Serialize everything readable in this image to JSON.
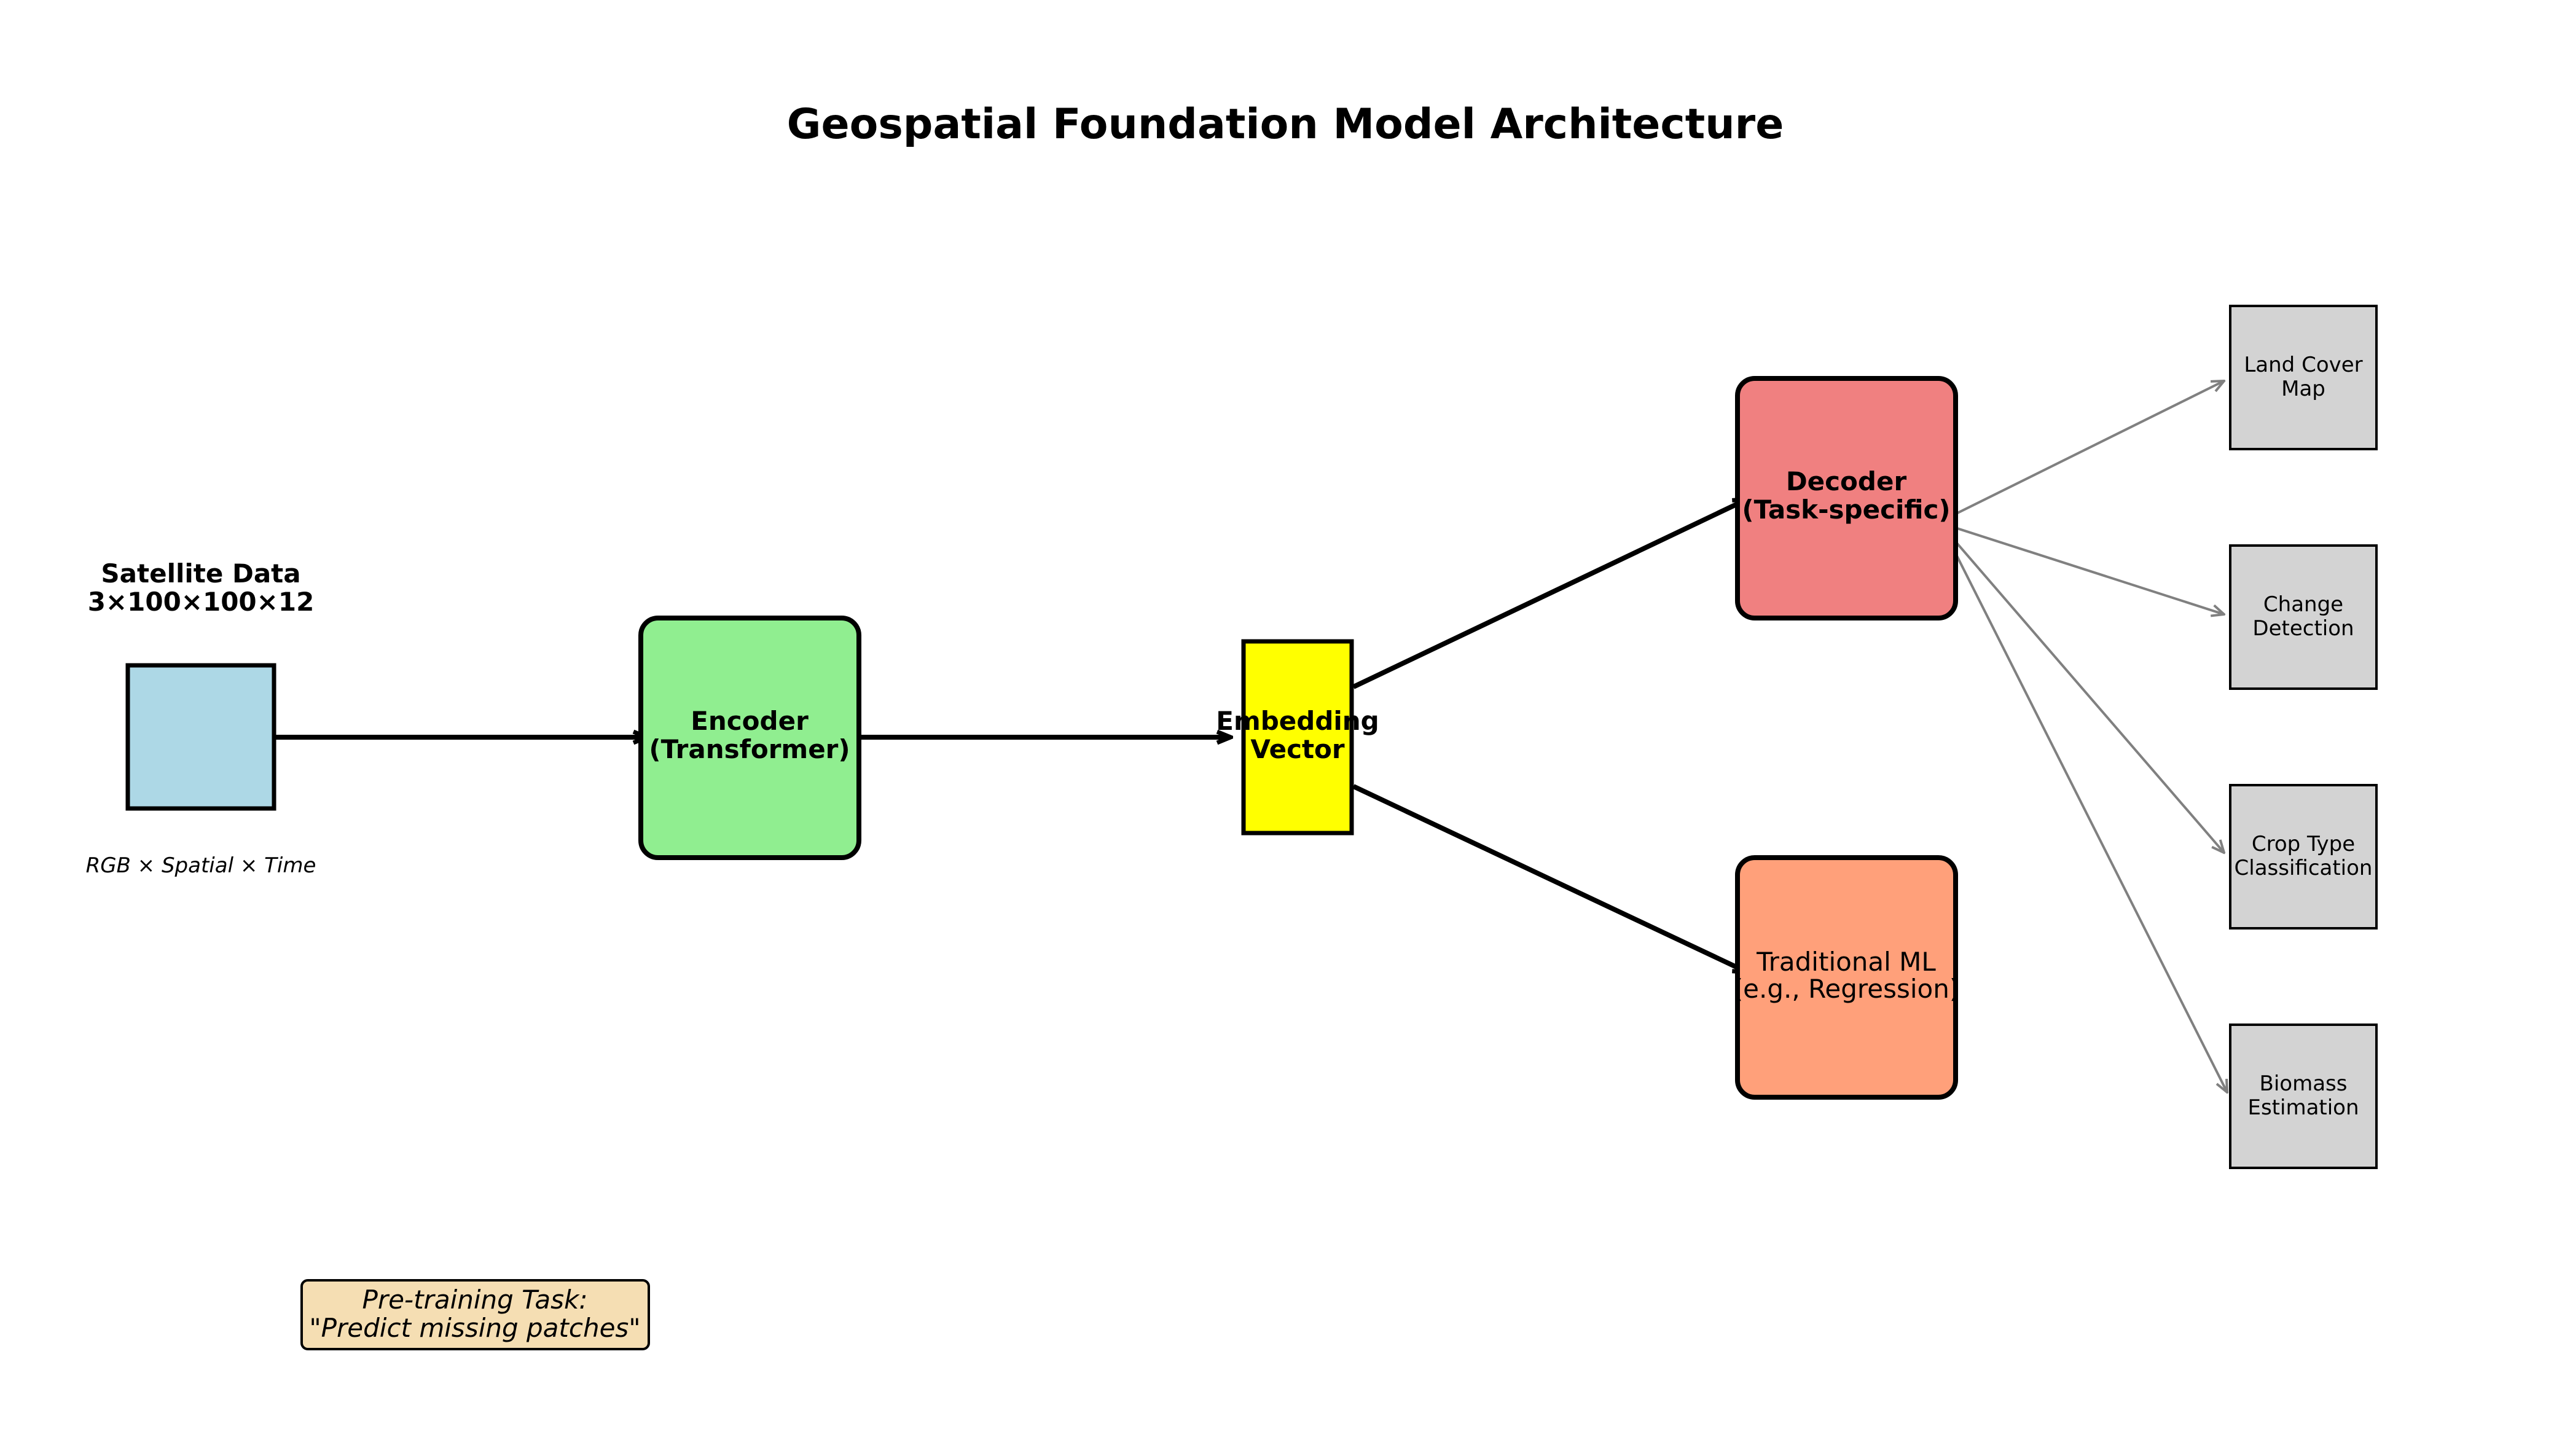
{
  "title": "Geospatial Foundation Model Architecture",
  "colors": {
    "satellite": "#add8e6",
    "encoder": "#90ee90",
    "embedding": "#ffff00",
    "decoder": "#f08080",
    "traditional": "#ffa07a",
    "output": "#d3d3d3",
    "note": "#f5deb3",
    "arrow_main": "#000000",
    "arrow_output": "#808080"
  },
  "satellite": {
    "title_line1": "Satellite Data",
    "title_line2": "3×100×100×12",
    "caption": "RGB × Spatial × Time"
  },
  "encoder": {
    "line1": "Encoder",
    "line2": "(Transformer)"
  },
  "embedding": {
    "line1": "Embedding",
    "line2": "Vector"
  },
  "decoder": {
    "line1": "Decoder",
    "line2": "(Task-specific)"
  },
  "traditional": {
    "line1": "Traditional ML",
    "line2": "(e.g., Regression)"
  },
  "outputs": [
    {
      "line1": "Land Cover",
      "line2": "Map"
    },
    {
      "line1": "Change",
      "line2": "Detection"
    },
    {
      "line1": "Crop Type",
      "line2": "Classification"
    },
    {
      "line1": "Biomass",
      "line2": "Estimation"
    }
  ],
  "pretraining": {
    "line1": "Pre-training Task:",
    "line2": "\"Predict missing patches\""
  }
}
